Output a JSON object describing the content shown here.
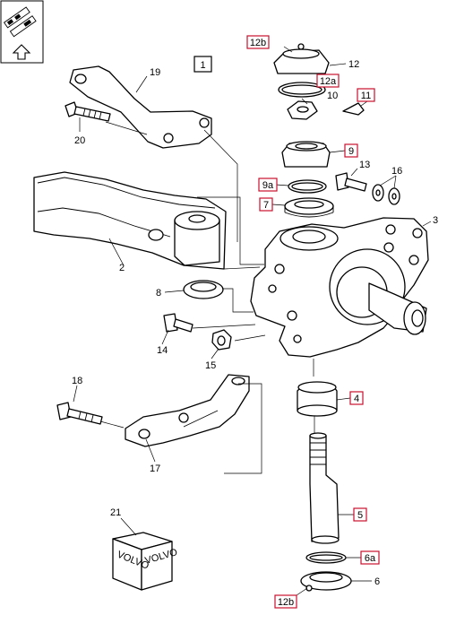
{
  "diagram": {
    "page_box": "1",
    "brand_box_text": "VOLVO",
    "callouts_plain": {
      "c19": "19",
      "c20": "20",
      "c12": "12",
      "c10": "10",
      "c13": "13",
      "c16": "16",
      "c3": "3",
      "c2": "2",
      "c8": "8",
      "c14": "14",
      "c15": "15",
      "c18": "18",
      "c17": "17",
      "c21": "21",
      "c6": "6"
    },
    "callouts_boxed": {
      "c12b_top": "12b",
      "c12a": "12a",
      "c11": "11",
      "c9": "9",
      "c9a": "9a",
      "c7": "7",
      "c4": "4",
      "c5": "5",
      "c6a": "6a",
      "c12b_bottom": "12b"
    },
    "colors": {
      "callout_box_border": "#c8102e",
      "line": "#000000",
      "background": "#ffffff"
    },
    "icons": [
      "service-tool-icon",
      "up-arrow-icon"
    ]
  }
}
